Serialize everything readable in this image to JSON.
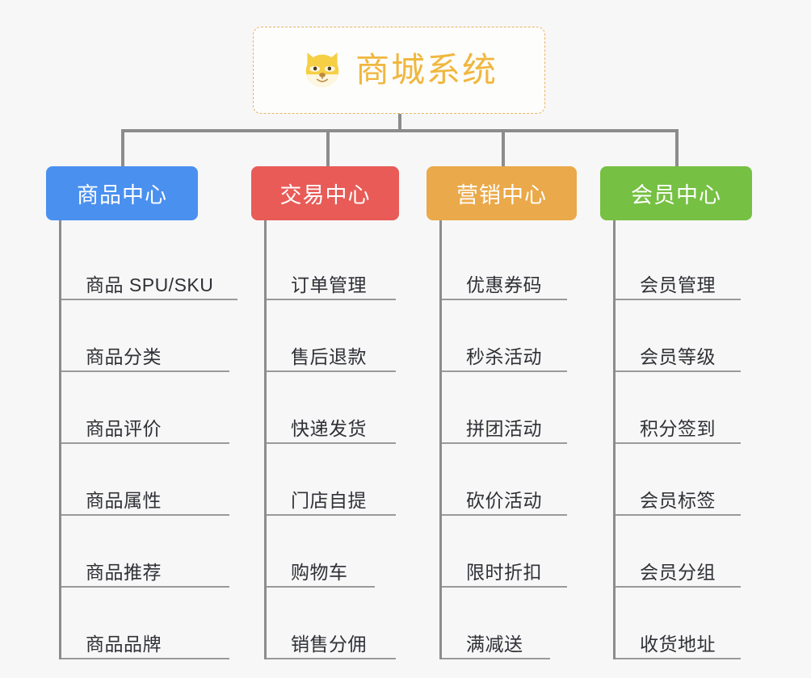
{
  "root": {
    "label": "商城系统",
    "icon": "dog-face-icon",
    "color": "#f0b73f",
    "border_color": "#e8b563"
  },
  "branches": [
    {
      "id": "product-center",
      "label": "商品中心",
      "color": "#4a90ef",
      "items": [
        {
          "label": "商品 SPU/SKU"
        },
        {
          "label": "商品分类"
        },
        {
          "label": "商品评价"
        },
        {
          "label": "商品属性"
        },
        {
          "label": "商品推荐"
        },
        {
          "label": "商品品牌"
        }
      ]
    },
    {
      "id": "trade-center",
      "label": "交易中心",
      "color": "#e85b57",
      "items": [
        {
          "label": "订单管理"
        },
        {
          "label": "售后退款"
        },
        {
          "label": "快递发货"
        },
        {
          "label": "门店自提"
        },
        {
          "label": "购物车"
        },
        {
          "label": "销售分佣"
        }
      ]
    },
    {
      "id": "marketing-center",
      "label": "营销中心",
      "color": "#eaa94a",
      "items": [
        {
          "label": "优惠券码"
        },
        {
          "label": "秒杀活动"
        },
        {
          "label": "拼团活动"
        },
        {
          "label": "砍价活动"
        },
        {
          "label": "限时折扣"
        },
        {
          "label": "满减送"
        }
      ]
    },
    {
      "id": "member-center",
      "label": "会员中心",
      "color": "#76c043",
      "items": [
        {
          "label": "会员管理"
        },
        {
          "label": "会员等级"
        },
        {
          "label": "积分签到"
        },
        {
          "label": "会员标签"
        },
        {
          "label": "会员分组"
        },
        {
          "label": "收货地址"
        }
      ]
    }
  ],
  "connector_color": "#8c8c8c",
  "background_color": "#f7f7f7"
}
